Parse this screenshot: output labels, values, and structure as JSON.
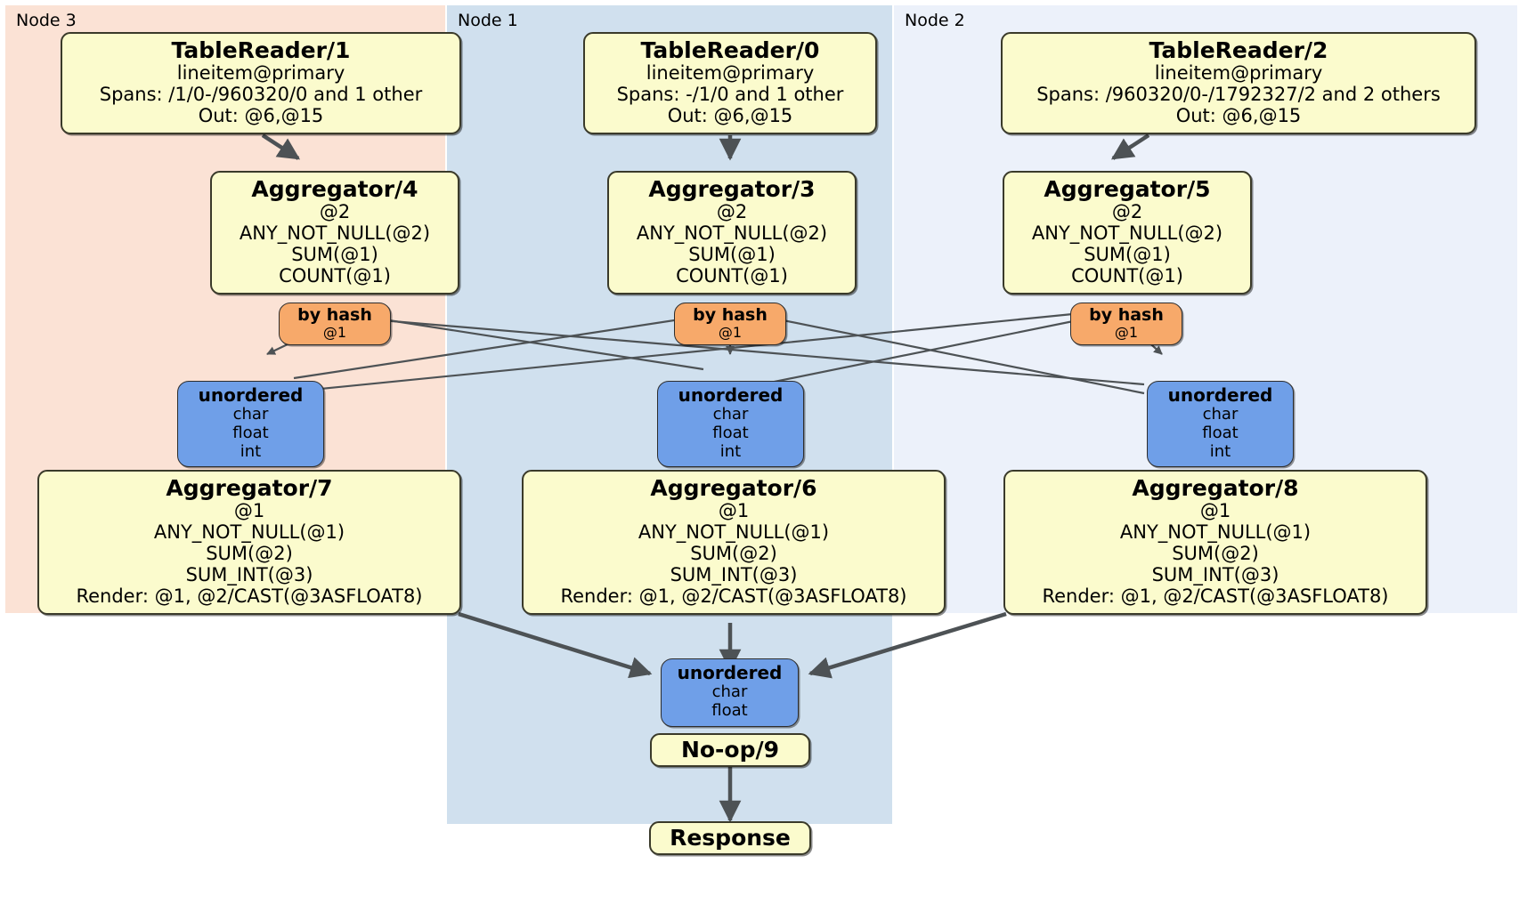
{
  "diagram": {
    "type": "distributed-query-plan",
    "colors": {
      "node3_bg": "#fbe2d5",
      "node1_bg": "#d0e0ee",
      "node2_bg": "#ecf1fa",
      "processor_bg": "#fbfbcd",
      "router_bg": "#f7a96a",
      "synchronizer_bg": "#6f9fe8",
      "edge": "#4d5255",
      "border": "#3a3a2a"
    }
  },
  "panels": [
    {
      "label": "Node 3"
    },
    {
      "label": "Node 1"
    },
    {
      "label": "Node 2"
    }
  ],
  "table_readers": [
    {
      "title": "TableReader/1",
      "index": "lineitem@primary",
      "spans": "Spans: /1/0-/960320/0 and 1 other",
      "out": "Out: @6,@15"
    },
    {
      "title": "TableReader/0",
      "index": "lineitem@primary",
      "spans": "Spans: -/1/0 and 1 other",
      "out": "Out: @6,@15"
    },
    {
      "title": "TableReader/2",
      "index": "lineitem@primary",
      "spans": "Spans: /960320/0-/1792327/2 and 2 others",
      "out": "Out: @6,@15"
    }
  ],
  "local_aggregators": [
    {
      "title": "Aggregator/4",
      "group": "@2",
      "agg1": "ANY_NOT_NULL(@2)",
      "agg2": "SUM(@1)",
      "agg3": "COUNT(@1)"
    },
    {
      "title": "Aggregator/3",
      "group": "@2",
      "agg1": "ANY_NOT_NULL(@2)",
      "agg2": "SUM(@1)",
      "agg3": "COUNT(@1)"
    },
    {
      "title": "Aggregator/5",
      "group": "@2",
      "agg1": "ANY_NOT_NULL(@2)",
      "agg2": "SUM(@1)",
      "agg3": "COUNT(@1)"
    }
  ],
  "hash_routers": [
    {
      "title": "by hash",
      "column": "@1"
    },
    {
      "title": "by hash",
      "column": "@1"
    },
    {
      "title": "by hash",
      "column": "@1"
    }
  ],
  "shuffle_synchronizers": [
    {
      "title": "unordered",
      "types": [
        "char",
        "float",
        "int"
      ]
    },
    {
      "title": "unordered",
      "types": [
        "char",
        "float",
        "int"
      ]
    },
    {
      "title": "unordered",
      "types": [
        "char",
        "float",
        "int"
      ]
    }
  ],
  "final_aggregators": [
    {
      "title": "Aggregator/7",
      "group": "@1",
      "agg1": "ANY_NOT_NULL(@1)",
      "agg2": "SUM(@2)",
      "agg3": "SUM_INT(@3)",
      "render": "Render: @1, @2/CAST(@3ASFLOAT8)"
    },
    {
      "title": "Aggregator/6",
      "group": "@1",
      "agg1": "ANY_NOT_NULL(@1)",
      "agg2": "SUM(@2)",
      "agg3": "SUM_INT(@3)",
      "render": "Render: @1, @2/CAST(@3ASFLOAT8)"
    },
    {
      "title": "Aggregator/8",
      "group": "@1",
      "agg1": "ANY_NOT_NULL(@1)",
      "agg2": "SUM(@2)",
      "agg3": "SUM_INT(@3)",
      "render": "Render: @1, @2/CAST(@3ASFLOAT8)"
    }
  ],
  "final_synchronizer": {
    "title": "unordered",
    "types": [
      "char",
      "float"
    ]
  },
  "noop": {
    "title": "No-op/9"
  },
  "response": {
    "title": "Response"
  }
}
